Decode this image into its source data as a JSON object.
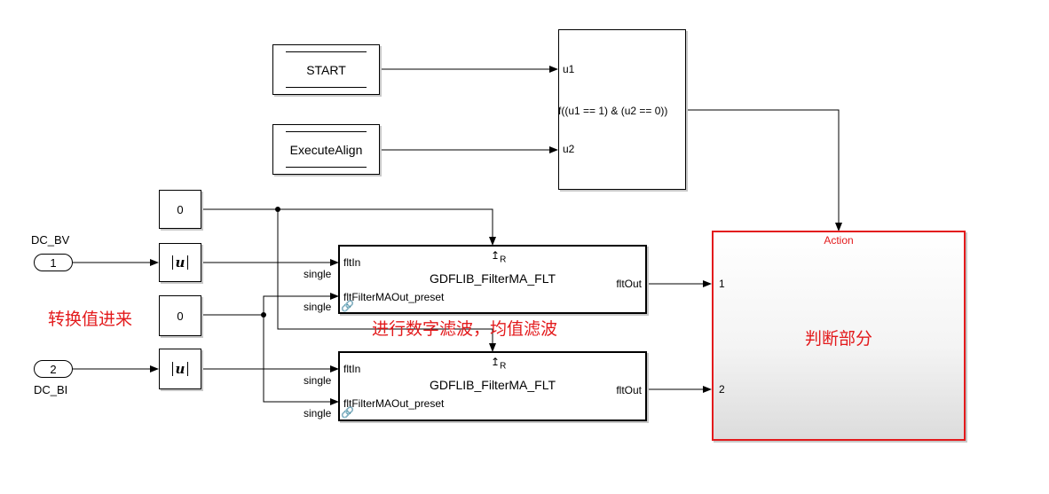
{
  "blocks": {
    "from_start": "START",
    "from_execute_align": "ExecuteAlign",
    "const_top": "0",
    "const_mid": "0",
    "inport_1": {
      "number": "1",
      "label": "DC_BV"
    },
    "inport_2": {
      "number": "2",
      "label": "DC_BI"
    },
    "abs_symbol": "u",
    "fcn": {
      "expression": "f((u1 == 1) & (u2 == 0))",
      "in1": "u1",
      "in2": "u2"
    },
    "filter_1": {
      "title": "GDFLIB_FilterMA_FLT",
      "in1": "fltIn",
      "in2": "fltFilterMAOut_preset",
      "out": "fltOut",
      "trigger": "R"
    },
    "filter_2": {
      "title": "GDFLIB_FilterMA_FLT",
      "in1": "fltIn",
      "in2": "fltFilterMAOut_preset",
      "out": "fltOut",
      "trigger": "R"
    },
    "action_subsystem": {
      "header": "Action",
      "name": "判断部分",
      "in1": "1",
      "in2": "2"
    }
  },
  "signal_labels": {
    "single": "single"
  },
  "annotations": {
    "convert": "转换值进来",
    "filter_note": "进行数字滤波，均值滤波"
  },
  "colors": {
    "annotation": "#e31a1c",
    "action_border": "#e31a1c",
    "line": "#000000"
  }
}
